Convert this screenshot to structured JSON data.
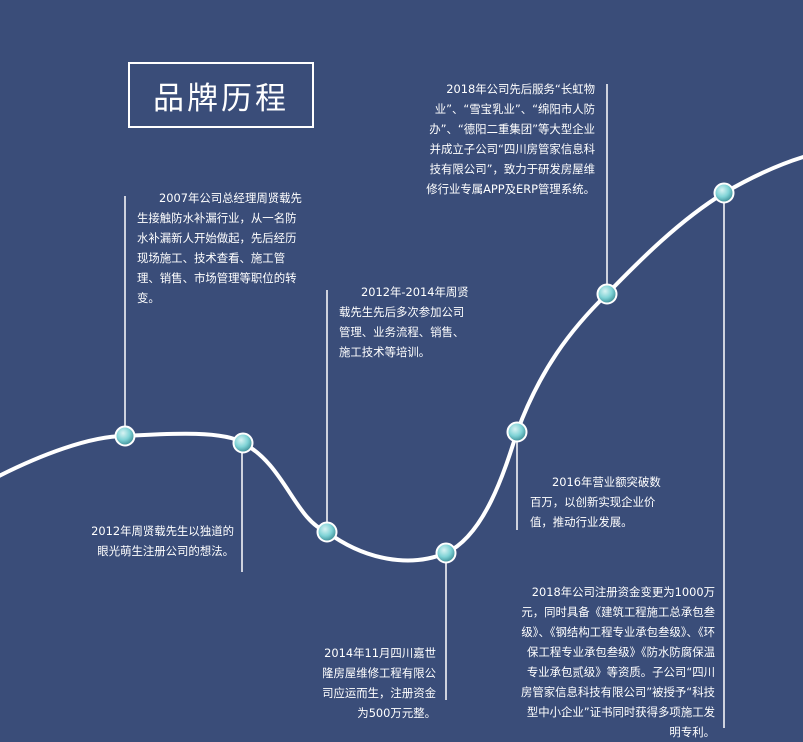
{
  "title": "品牌历程",
  "colors": {
    "background": "#3a4d79",
    "line": "#ffffff",
    "node": "#7fd3d6"
  },
  "milestones": [
    {
      "text": "2007年公司总经理周贤载先生接触防水补漏行业，从一名防水补漏新人开始做起，先后经历现场施工、技术查看、施工管理、销售、市场管理等职位的转变。"
    },
    {
      "text": "2012年周贤载先生以独道的眼光萌生注册公司的想法。"
    },
    {
      "text": "2012年-2014年周贤载先生先后多次参加公司管理、业务流程、销售、施工技术等培训。"
    },
    {
      "text": "2014年11月四川嘉世隆房屋维修工程有限公司应运而生，注册资金为500万元整。"
    },
    {
      "text": "2016年营业额突破数百万，以创新实现企业价值，推动行业发展。"
    },
    {
      "text": "2018年公司先后服务“长虹物业”、“雪宝乳业”、“绵阳市人防办”、“德阳二重集团”等大型企业并成立子公司“四川房管家信息科技有限公司”，致力于研发房屋维修行业专属APP及ERP管理系统。"
    },
    {
      "text": "2018年公司注册资金变更为1000万元，同时具备《建筑工程施工总承包叁级》、《钢结构工程专业承包叁级》、《环保工程专业承包叁级》《防水防腐保温专业承包贰级》等资质。子公司“四川房管家信息科技有限公司”被授予“科技型中小企业”证书同时获得多项施工发明专利。"
    }
  ]
}
